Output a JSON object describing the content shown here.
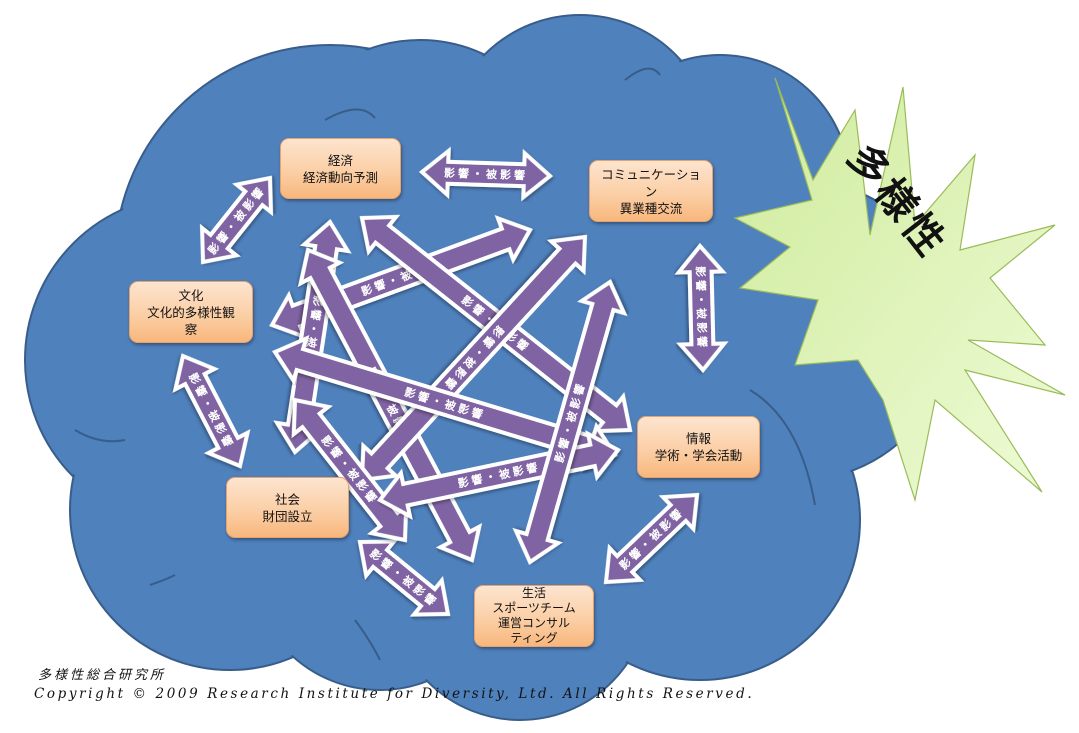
{
  "title": "多様性",
  "colors": {
    "cloud_fill": "#4f81bd",
    "cloud_stroke": "#385d8a",
    "arrow_fill": "#8064a2",
    "arrow_stroke": "#ffffff",
    "node_fill_top": "#fde4cf",
    "node_fill_bottom": "#f8b77d",
    "burst_fill": "#d7f0a8"
  },
  "arrow_label": "影響・被影響",
  "nodes": [
    {
      "id": "economy",
      "lines": [
        "経済",
        "経済動向予測"
      ]
    },
    {
      "id": "communication",
      "lines": [
        "コミュニケーショ",
        "ン",
        "異業種交流"
      ]
    },
    {
      "id": "culture",
      "lines": [
        "文化",
        "文化的多様性観",
        "察"
      ]
    },
    {
      "id": "information",
      "lines": [
        "情報",
        "学術・学会活動"
      ]
    },
    {
      "id": "society",
      "lines": [
        "社会",
        "財団設立"
      ]
    },
    {
      "id": "life",
      "lines": [
        "生活",
        "スポーツチーム",
        "運営コンサル",
        "ティング"
      ]
    }
  ],
  "connections": [
    {
      "from": "culture",
      "to": "economy",
      "label": "影響・被影響"
    },
    {
      "from": "economy",
      "to": "communication",
      "label": "影響・被影響"
    },
    {
      "from": "communication",
      "to": "information",
      "label": "影響・被影響"
    },
    {
      "from": "culture",
      "to": "society",
      "label": "影響・被影響"
    },
    {
      "from": "information",
      "to": "life",
      "label": "影響・被影響"
    },
    {
      "from": "society",
      "to": "life",
      "label": "影響・被影響"
    },
    {
      "from": "culture",
      "to": "communication",
      "label": "影響・被影響"
    },
    {
      "from": "economy",
      "to": "society",
      "label": "影響・被影響"
    },
    {
      "from": "economy",
      "to": "information",
      "label": "影響・被影響"
    },
    {
      "from": "economy",
      "to": "life",
      "label": "影響・被影響"
    },
    {
      "from": "communication",
      "to": "society",
      "label": "影響・被影響"
    },
    {
      "from": "culture",
      "to": "information",
      "label": "影響・被影響"
    },
    {
      "from": "culture",
      "to": "life",
      "label": "影響・被影響"
    },
    {
      "from": "society",
      "to": "information",
      "label": "影響・被影響"
    },
    {
      "from": "life",
      "to": "communication",
      "label": "影響・被影響"
    }
  ],
  "footer": {
    "organization": "多様性総合研究所",
    "copyright": "Copyright © 2009 Research Institute for Diversity, Ltd. All Rights Reserved."
  }
}
